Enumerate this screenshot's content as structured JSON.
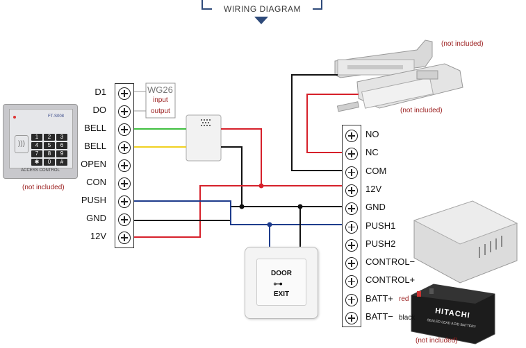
{
  "header": {
    "title": "WIRING DIAGRAM"
  },
  "left_terminals": [
    "D1",
    "DO",
    "BELL",
    "BELL",
    "OPEN",
    "CON",
    "PUSH",
    "GND",
    "12V"
  ],
  "right_terminals": [
    "NO",
    "NC",
    "COM",
    "12V",
    "GND",
    "PUSH1",
    "PUSH2",
    "CONTROL−",
    "CONTROL+",
    "BATT+",
    "BATT−"
  ],
  "wg26": {
    "label": "WG26",
    "input": "input",
    "output": "output"
  },
  "keypad": {
    "brand": "FT-S008",
    "footer": "ACCESS CONTROL",
    "keys": [
      "1",
      "2",
      "3",
      "4",
      "5",
      "6",
      "7",
      "8",
      "9",
      "✱",
      "0",
      "#"
    ],
    "not_included": "(not included)"
  },
  "lock_top_note": "(not included)",
  "lock_bottom_note": "(not included)",
  "exit_button": {
    "line1": "DOOR",
    "line2": "EXIT"
  },
  "battery": {
    "brand": "HITACHI",
    "subtitle": "SEALED LEAD ACID BATTERY",
    "note": "(not included)"
  },
  "batt_plus_note": "red",
  "batt_minus_note": "black",
  "colors": {
    "red": "#d6202a",
    "black": "#111111",
    "blue": "#1e3c8c",
    "green": "#3fbf3f",
    "yellow": "#f0d020",
    "accent": "#2e4a7a"
  }
}
